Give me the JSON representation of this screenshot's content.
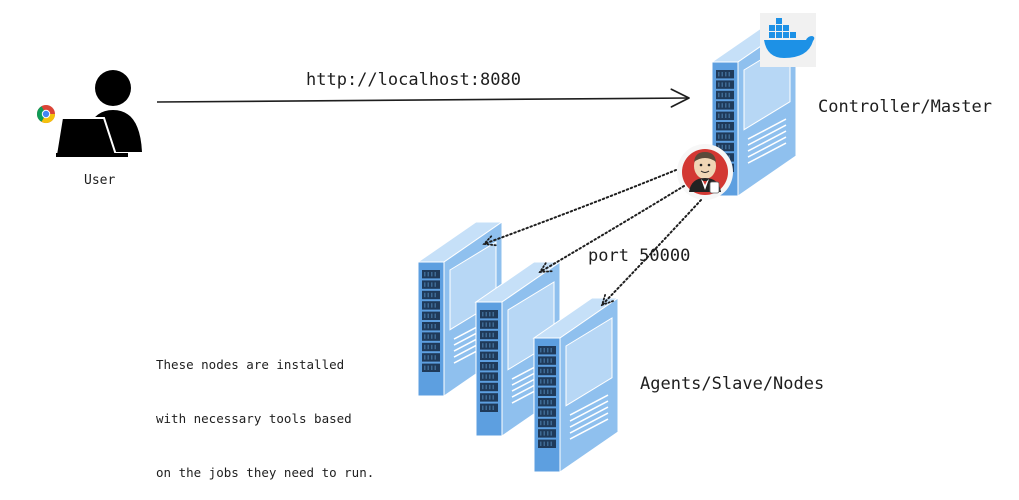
{
  "diagram": {
    "user_label": "User",
    "url_label": "http://localhost:8080",
    "controller_label": "Controller/Master",
    "port_label": "port 50000",
    "agents_label": "Agents/Slave/Nodes",
    "note_lines": [
      "These nodes are installed",
      "with necessary tools based",
      "on the jobs they need to run."
    ]
  },
  "colors": {
    "server_front": "#8fc0ee",
    "server_side": "#5d9fe0",
    "server_top": "#c6e0f8",
    "server_dark": "#1f3a5a",
    "line": "#1e1e1e",
    "docker": "#1d91e6",
    "jenkins_red": "#d33833"
  },
  "icons": [
    "person-with-laptop-icon",
    "chrome-icon",
    "docker-icon",
    "jenkins-icon",
    "server-rack-icon"
  ]
}
